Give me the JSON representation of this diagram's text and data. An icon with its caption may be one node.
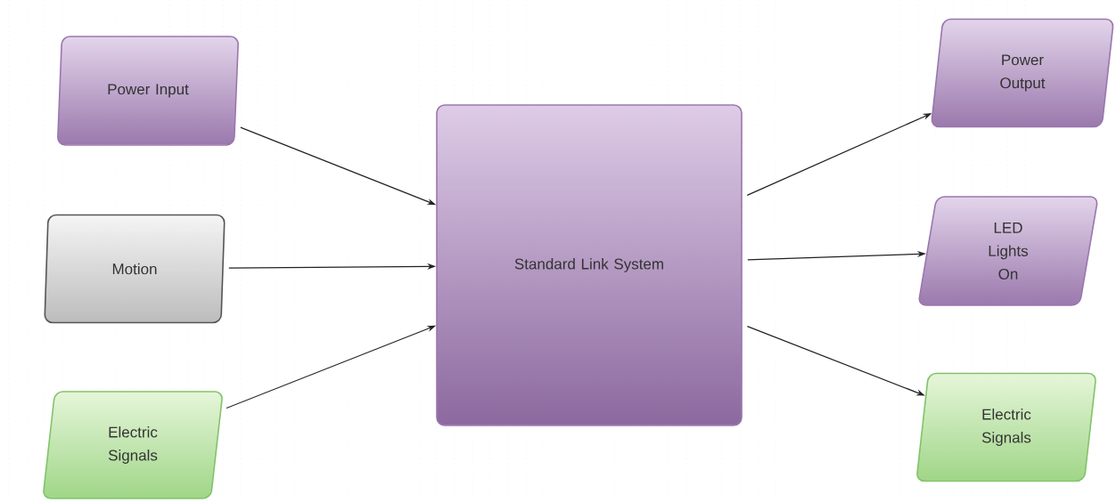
{
  "diagram": {
    "nodes": [
      {
        "text": [
          "Power Input"
        ]
      },
      {
        "text": [
          "Motion"
        ]
      },
      {
        "text": [
          "Electric Signals"
        ]
      },
      {
        "text": [
          "Standard Link System"
        ]
      },
      {
        "text": [
          "Power Output"
        ]
      },
      {
        "text": [
          "LED Lights On"
        ]
      },
      {
        "text": [
          "Electric Signals"
        ]
      }
    ],
    "edges": [
      {
        "from": 0,
        "to": 3,
        "arrow": "to"
      },
      {
        "from": 1,
        "to": 3,
        "arrow": "to"
      },
      {
        "from": 2,
        "to": 3,
        "arrow": "to"
      },
      {
        "from": 3,
        "to": 4,
        "arrow": "to"
      },
      {
        "from": 3,
        "to": 5,
        "arrow": "to"
      },
      {
        "from": 3,
        "to": 6,
        "arrow": "to"
      }
    ]
  }
}
